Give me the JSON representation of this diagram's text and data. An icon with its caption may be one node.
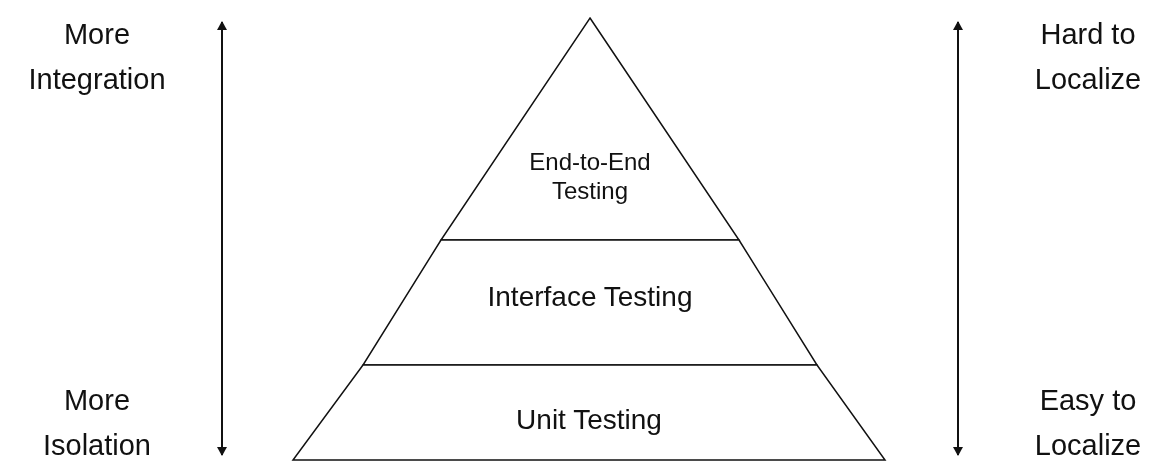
{
  "diagram": {
    "nodes": [
      {
        "text": [
          "End-to-End Testing"
        ]
      },
      {
        "text": [
          "Interface Testing"
        ]
      },
      {
        "text": [
          "Unit Testing"
        ]
      }
    ],
    "labels": [
      "More Integration",
      "Hard to Localize",
      "More Isolation",
      "Easy to Localize"
    ]
  }
}
